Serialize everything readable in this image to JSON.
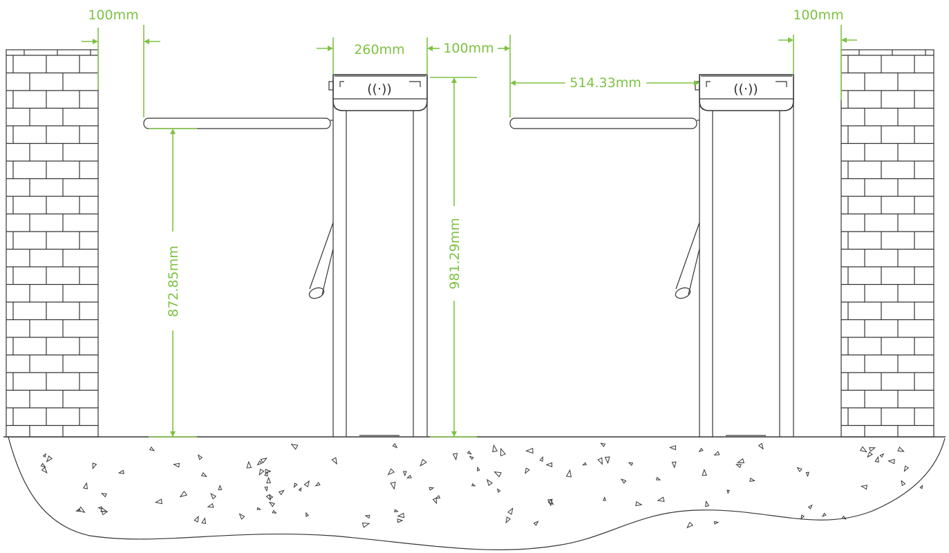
{
  "diagram": {
    "line_color": "#333333",
    "dim_color": "#7dc242",
    "dimensions": {
      "left_wall_gap": "100mm",
      "right_wall_gap": "100mm",
      "cabinet_width": "260mm",
      "cabinet_gap": "100mm",
      "arm_length": "514.33mm",
      "arm_height": "872.85mm",
      "cabinet_height": "981.29mm"
    },
    "rfid_symbol": "((·))",
    "elements": {
      "brick_walls": 2,
      "turnstiles": 2,
      "ground": "gravel"
    }
  }
}
